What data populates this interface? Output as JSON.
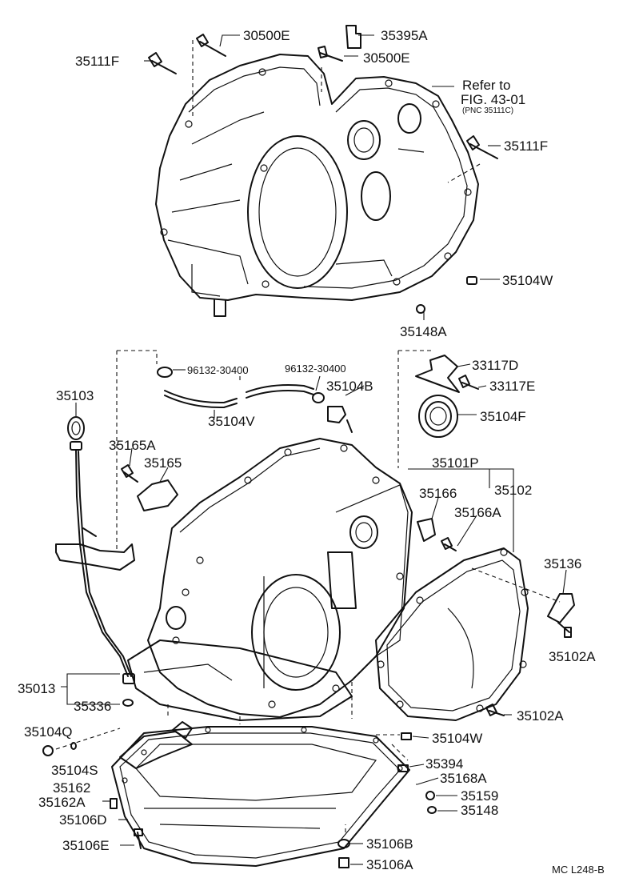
{
  "diagram": {
    "code": "MC L248-B",
    "note": {
      "line1": "Refer to",
      "line2": "FIG. 43-01",
      "line3": "(PNC 35111C)"
    },
    "labels": {
      "p30500E_a": "30500E",
      "p35395A": "35395A",
      "p35111F_a": "35111F",
      "p30500E_b": "30500E",
      "p35111F_b": "35111F",
      "p35104W_a": "35104W",
      "p35148A": "35148A",
      "p96132_a": "96132-30400",
      "p96132_b": "96132-30400",
      "p33117D": "33117D",
      "p33117E": "33117E",
      "p35103": "35103",
      "p35104B": "35104B",
      "p35104V": "35104V",
      "p35104F": "35104F",
      "p35165A": "35165A",
      "p35165": "35165",
      "p35101P": "35101P",
      "p35166": "35166",
      "p35102": "35102",
      "p35166A": "35166A",
      "p35136": "35136",
      "p35102A_a": "35102A",
      "p35013": "35013",
      "p35336": "35336",
      "p35102A_b": "35102A",
      "p35104Q": "35104Q",
      "p35104W_b": "35104W",
      "p35104S": "35104S",
      "p35394": "35394",
      "p35162": "35162",
      "p35168A": "35168A",
      "p35162A": "35162A",
      "p35159": "35159",
      "p35106D": "35106D",
      "p35148": "35148",
      "p35106E": "35106E",
      "p35106B": "35106B",
      "p35106A": "35106A"
    }
  }
}
